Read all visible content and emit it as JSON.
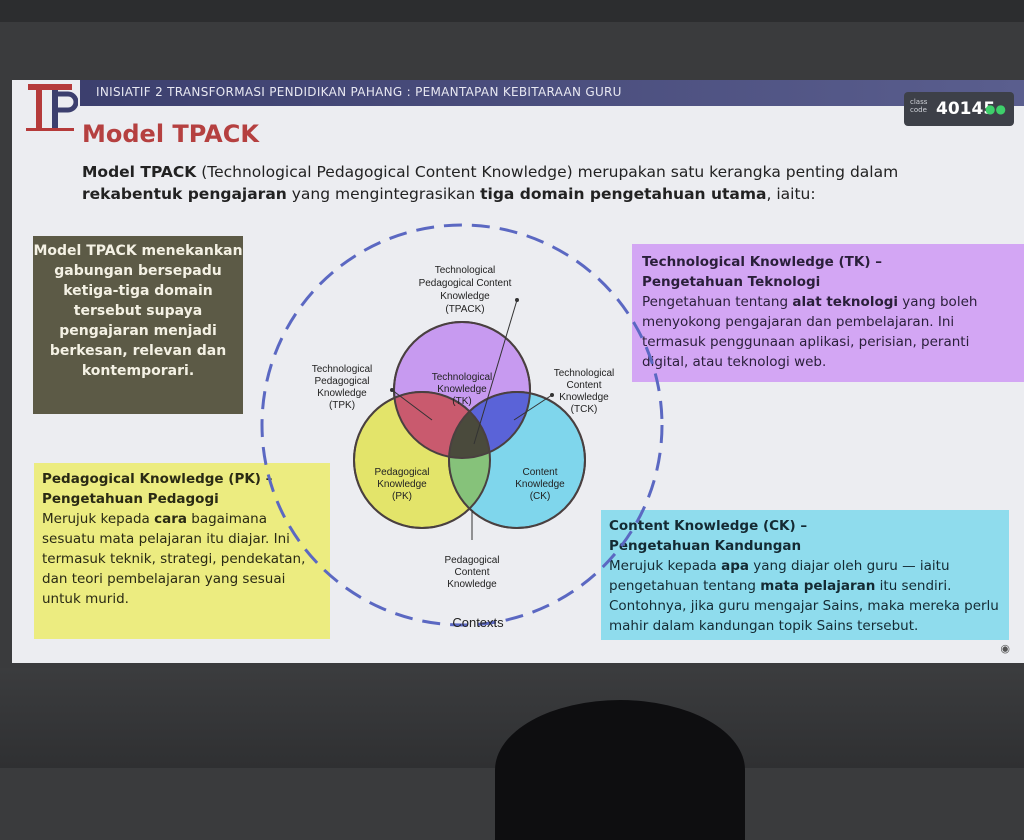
{
  "banner": {
    "text": "INISIATIF 2 TRANSFORMASI PENDIDIKAN PAHANG : PEMANTAPAN KEBITARAAN GURU"
  },
  "class_code": {
    "label": "class code",
    "code": "40145",
    "icon": "people-icon"
  },
  "title": "Model TPACK",
  "intro": {
    "p1_bold": "Model TPACK",
    "p1_text": " (Technological Pedagogical Content Knowledge) merupakan satu kerangka penting dalam ",
    "p2_bold": "rekabentuk pengajaran",
    "p2_text": " yang mengintegrasikan ",
    "p3_bold": "tiga domain pengetahuan utama",
    "p3_text": ", iaitu:"
  },
  "summary_box": {
    "text": "Model TPACK menekankan gabungan bersepadu ketiga-tiga domain tersebut supaya pengajaran menjadi berkesan, relevan dan kontemporari.",
    "color": "#5c5a46"
  },
  "tk_box": {
    "title1": "Technological Knowledge (TK) –",
    "title2": "Pengetahuan Teknologi",
    "b1": "Pengetahuan tentang ",
    "b1_bold": "alat teknologi",
    "b2": " yang boleh menyokong pengajaran dan pembelajaran. Ini termasuk penggunaan aplikasi, perisian, peranti digital, atau teknologi web.",
    "color": "#d3a6f4"
  },
  "pk_box": {
    "title1": "Pedagogical Knowledge (PK) –",
    "title2": "Pengetahuan Pedagogi",
    "b1": "Merujuk kepada ",
    "b1_bold": "cara",
    "b2": " bagaimana sesuatu mata pelajaran itu diajar. Ini termasuk teknik, strategi, pendekatan, dan teori pembelajaran yang sesuai untuk murid.",
    "color": "#ecec80"
  },
  "ck_box": {
    "title1": "Content Knowledge (CK) –",
    "title2": "Pengetahuan Kandungan",
    "b1": "Merujuk kepada ",
    "b1_bold": "apa",
    "b2": " yang diajar oleh guru — iaitu pengetahuan tentang ",
    "b2_bold": "mata pelajaran",
    "b3": " itu sendiri. Contohnya, jika guru mengajar Sains, maka mereka perlu mahir dalam kandungan topik Sains tersebut.",
    "color": "#8fdced"
  },
  "diagram": {
    "tpack_l1": "Technological",
    "tpack_l2": "Pedagogical Content",
    "tpack_l3": "Knowledge",
    "tpack_l4": "(TPACK)",
    "tpk_l1": "Technological",
    "tpk_l2": "Pedagogical",
    "tpk_l3": "Knowledge",
    "tpk_l4": "(TPK)",
    "tck_l1": "Technological",
    "tck_l2": "Content",
    "tck_l3": "Knowledge",
    "tck_l4": "(TCK)",
    "tk_l1": "Technological",
    "tk_l2": "Knowledge",
    "tk_l3": "(TK)",
    "pk_l1": "Pedagogical",
    "pk_l2": "Knowledge",
    "pk_l3": "(PK)",
    "ck_l1": "Content",
    "ck_l2": "Knowledge",
    "ck_l3": "(CK)",
    "pck_l1": "Pedagogical",
    "pck_l2": "Content",
    "pck_l3": "Knowledge",
    "contexts": "Contexts",
    "colors": {
      "tk": "#c79af0",
      "pk": "#e3e46a",
      "ck": "#7fd6ec",
      "tpk": "#c95a6e",
      "tck": "#5a63d8",
      "pck": "#86c27a",
      "tpack": "#4a4a3c",
      "context": "#5b68c2"
    }
  }
}
